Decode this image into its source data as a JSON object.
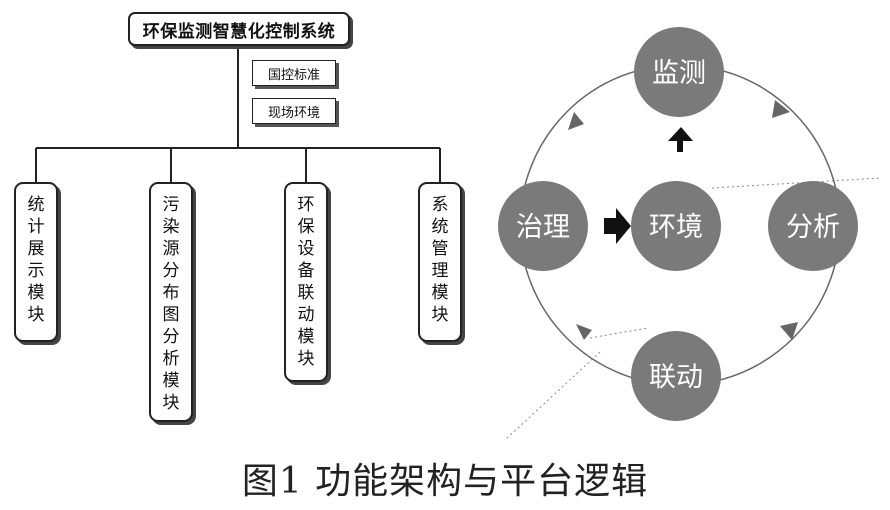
{
  "hierarchy": {
    "root": "环保监测智慧化控制系统",
    "notes": [
      "国控标准",
      "现场环境"
    ],
    "modules": [
      "统计展示模块",
      "污染源分布图分析模块",
      "环保设备联动模块",
      "系统管理模块"
    ]
  },
  "cycle": {
    "nodes": {
      "monitor": "监测",
      "analyze": "分析",
      "link": "联动",
      "govern": "治理",
      "environment": "环境"
    },
    "circle_color": "#7a7a7a"
  },
  "caption": "图1  功能架构与平台逻辑"
}
